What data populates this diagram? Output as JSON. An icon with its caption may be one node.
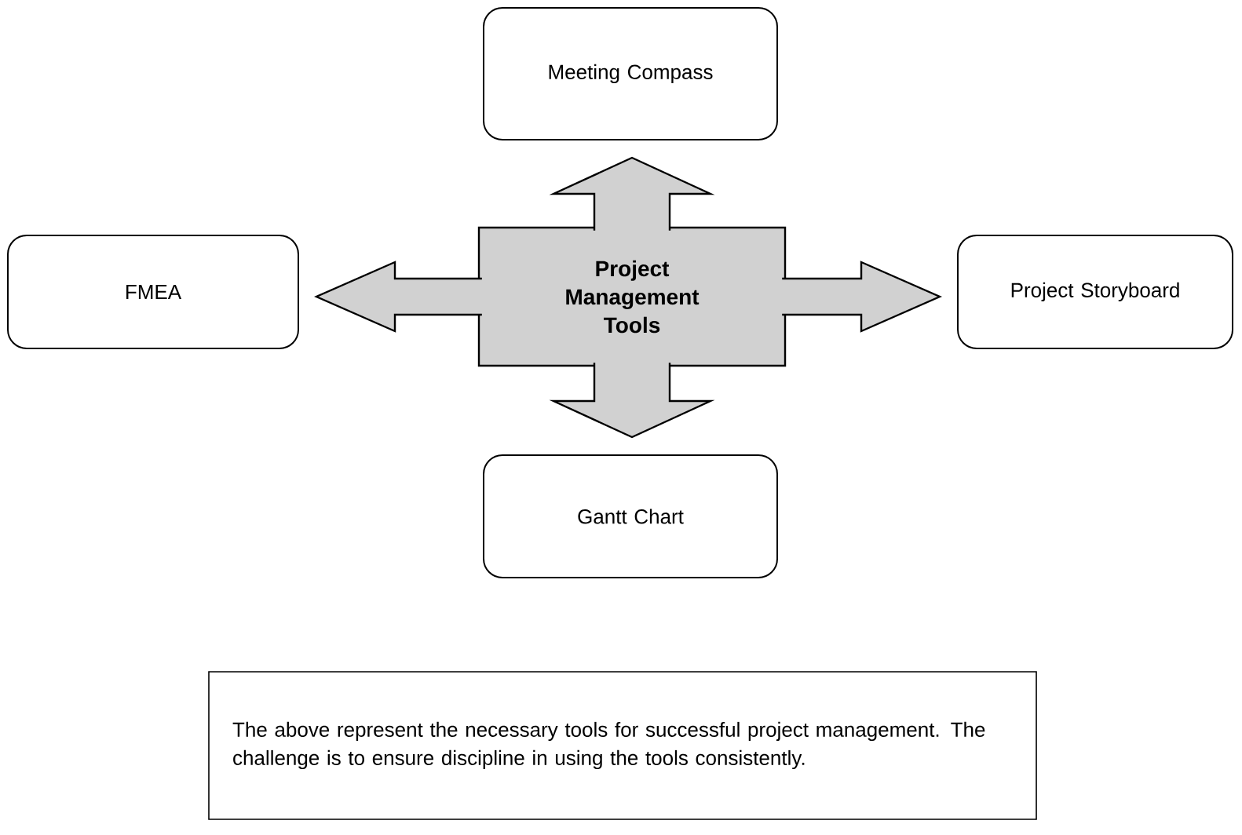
{
  "diagram": {
    "nodes": [
      {
        "text": [
          "Meeting Compass"
        ]
      },
      {
        "text": [
          "FMEA"
        ]
      },
      {
        "text": [
          "Project Management Tools"
        ]
      },
      {
        "text": [
          "Project Storyboard"
        ]
      },
      {
        "text": [
          "Gantt Chart"
        ]
      },
      {
        "text": [
          "The above represent the necessary tools for successful project management. The challenge is to ensure discipline in using the tools consistently."
        ]
      }
    ],
    "edges": [
      {
        "from": 2,
        "to": 0,
        "arrow": "to"
      },
      {
        "from": 2,
        "to": 1,
        "arrow": "to"
      },
      {
        "from": 2,
        "to": 3,
        "arrow": "to"
      },
      {
        "from": 2,
        "to": 4,
        "arrow": "to"
      }
    ]
  }
}
